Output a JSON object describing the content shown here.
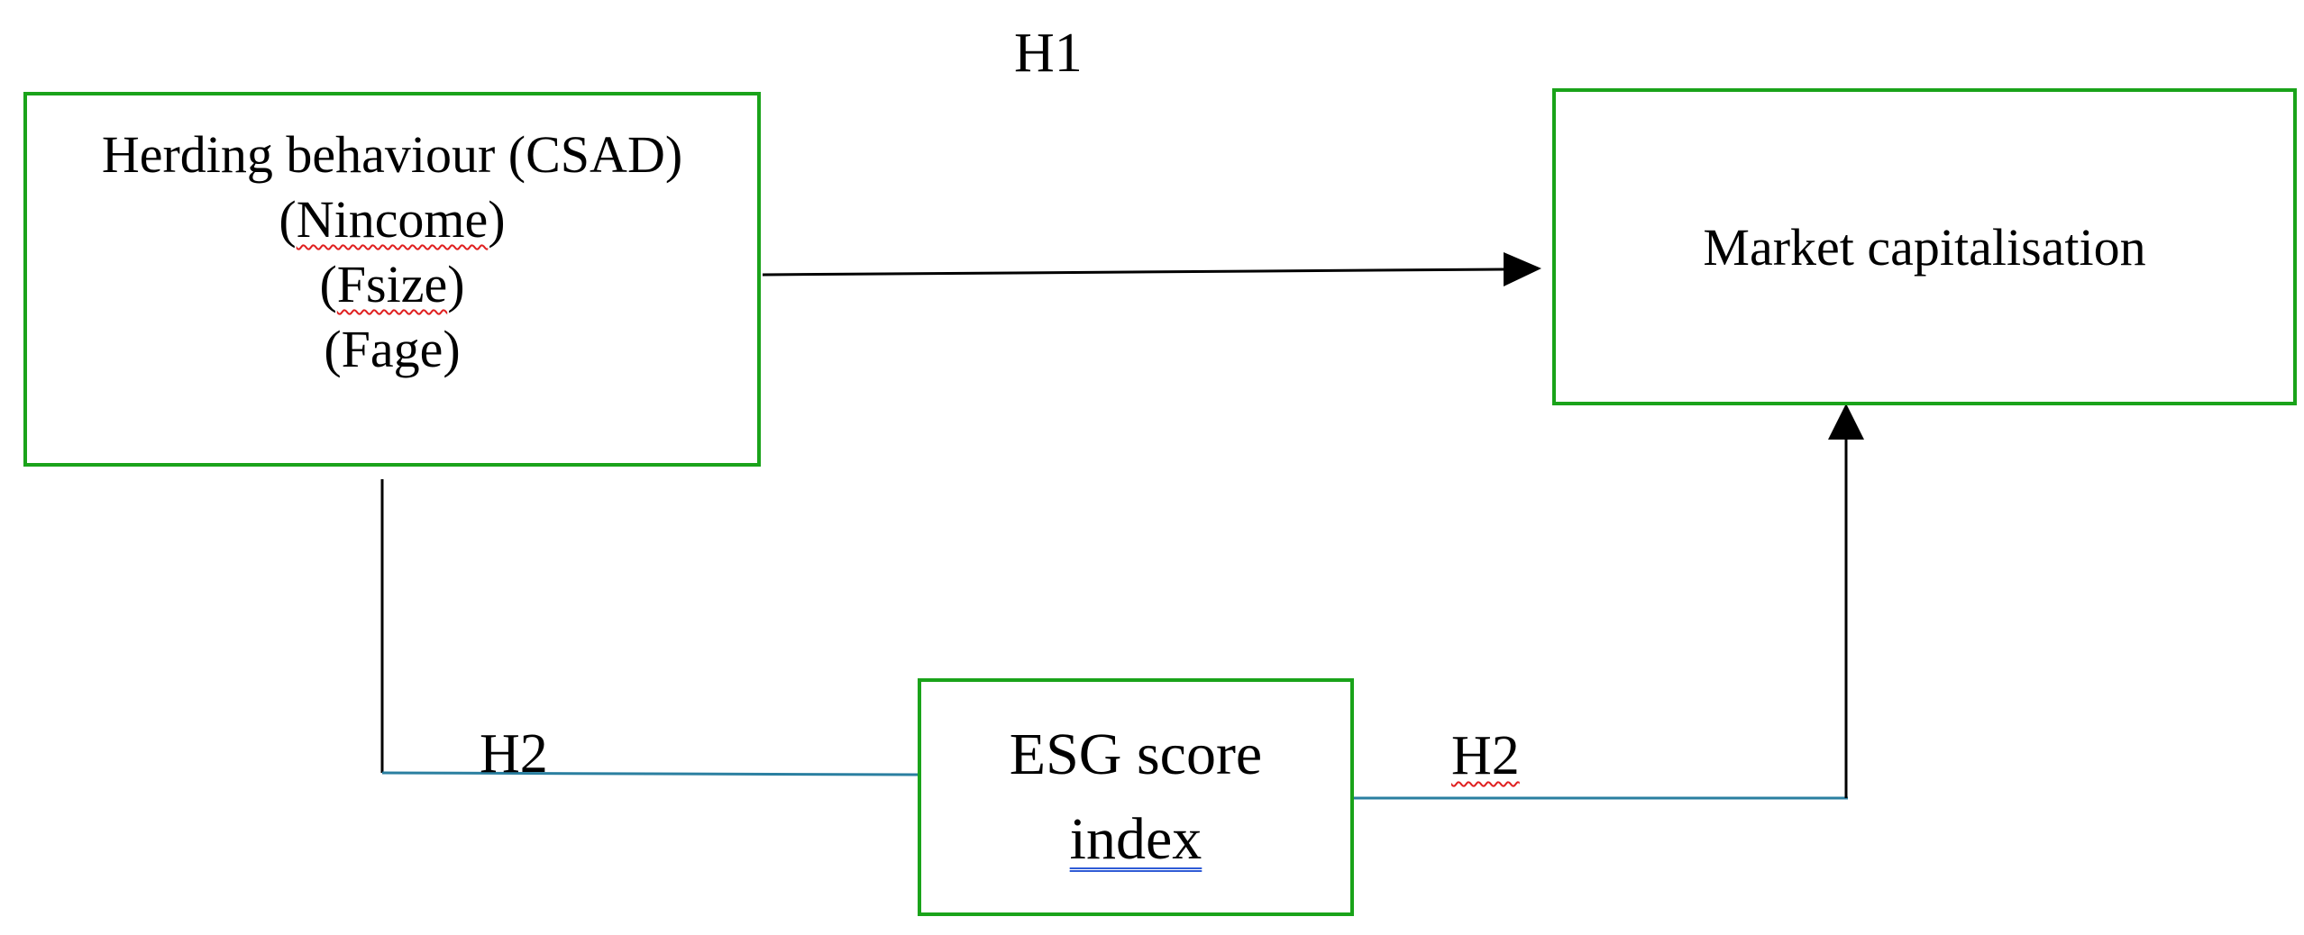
{
  "hypotheses": {
    "h1": "H1",
    "h2_left": "H2",
    "h2_right": "H2"
  },
  "boxes": {
    "herding": {
      "title": "Herding behaviour (CSAD)",
      "items": [
        "(",
        "Nincome",
        ")",
        "(",
        "Fsize",
        ")",
        "(Fage)"
      ]
    },
    "market": {
      "title": "Market capitalisation"
    },
    "esg": {
      "line1": "ESG score",
      "line2": "index"
    }
  },
  "colors": {
    "box_border": "#1aa31a",
    "arrow": "#000000",
    "connector_blue": "#2a7fa0",
    "spell_underline": "#e02020",
    "grammar_underline": "#2f5bd6"
  }
}
